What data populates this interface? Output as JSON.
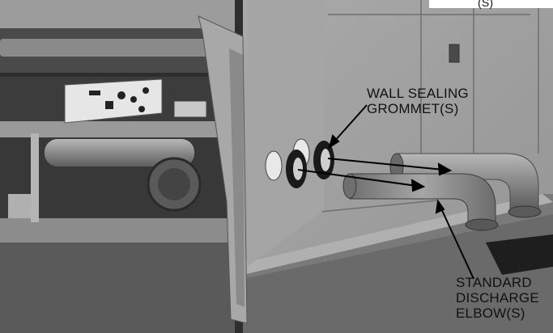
{
  "callouts": {
    "grommet": {
      "line1": "WALL SEALING",
      "line2": "GROMMET(S)"
    },
    "elbow": {
      "line1": "STANDARD",
      "line2": "DISCHARGE",
      "line3": "ELBOW(S)"
    },
    "corner_fragment": "(S)"
  },
  "colors": {
    "cabinet_face": "#a3a3a3",
    "cabinet_dark": "#5a5a5a",
    "interior": "#3a3a3a",
    "pipe": "#8a8a8a",
    "arrow": "#000000"
  }
}
